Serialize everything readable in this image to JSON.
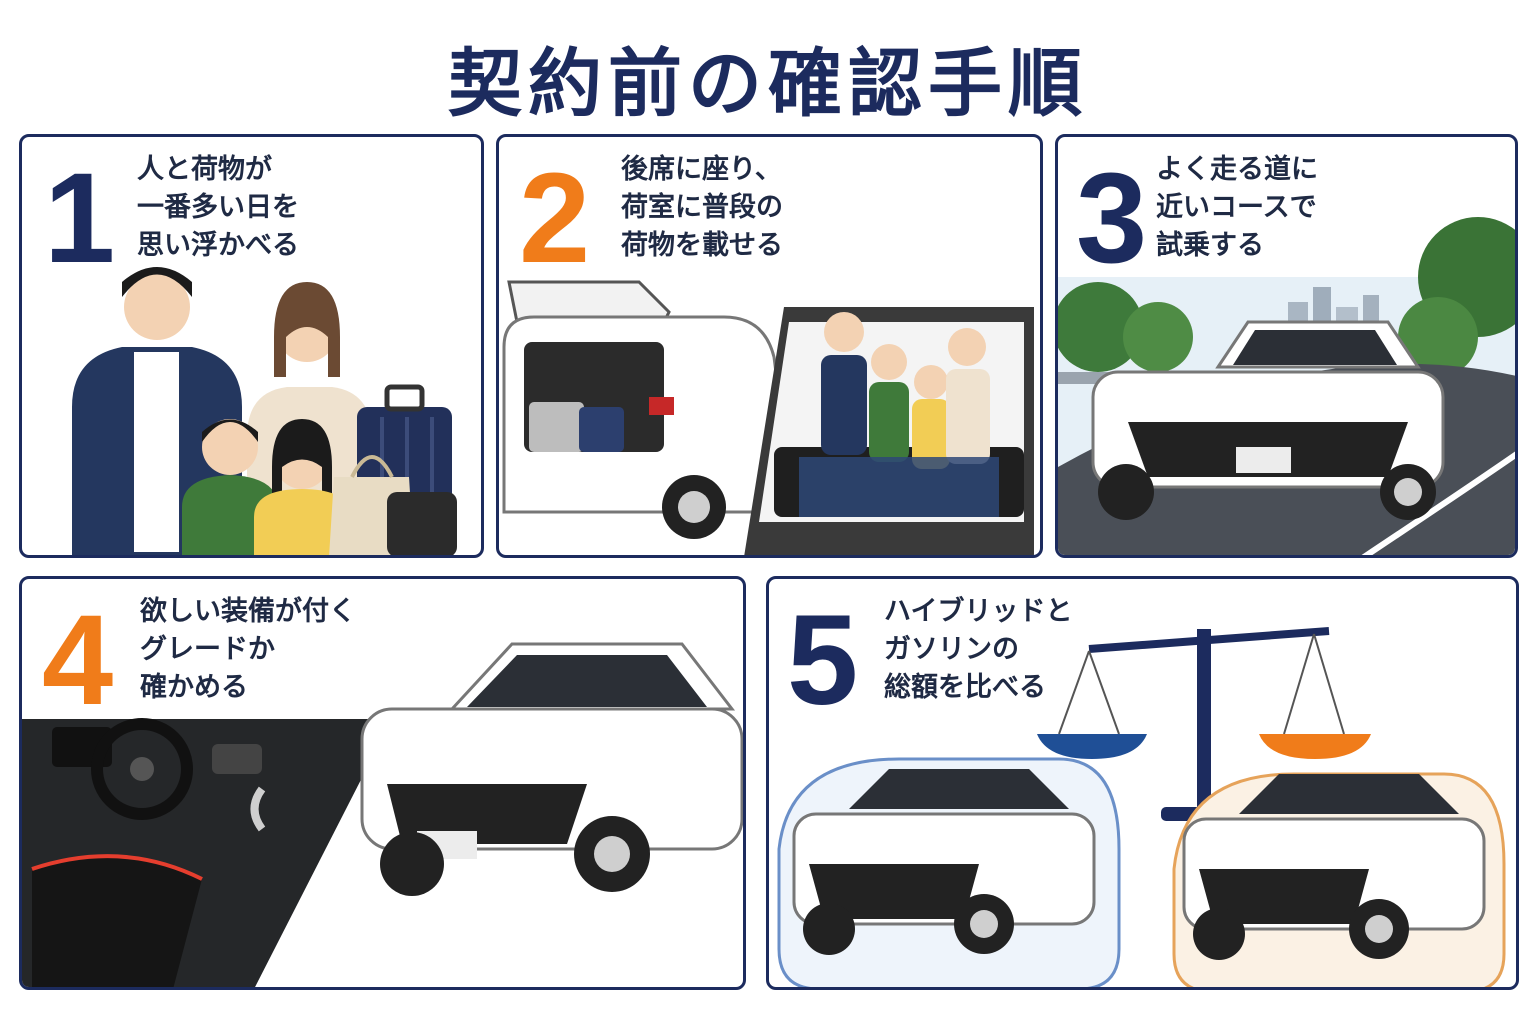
{
  "title": "契約前の確認手順",
  "steps": [
    {
      "number": "1",
      "text": "人と荷物が\n一番多い日を\n思い浮かべる"
    },
    {
      "number": "2",
      "text": "後席に座り、\n荷室に普段の\n荷物を載せる"
    },
    {
      "number": "3",
      "text": "よく走る道に\n近いコースで\n試乗する"
    },
    {
      "number": "4",
      "text": "欲しい装備が付く\nグレードか\n確かめる"
    },
    {
      "number": "5",
      "text": "ハイブリッドと\nガソリンの\n総額を比べる"
    }
  ],
  "colors": {
    "navy": "#1c2b5e",
    "orange": "#f07c1a",
    "car": "#ffffff"
  }
}
